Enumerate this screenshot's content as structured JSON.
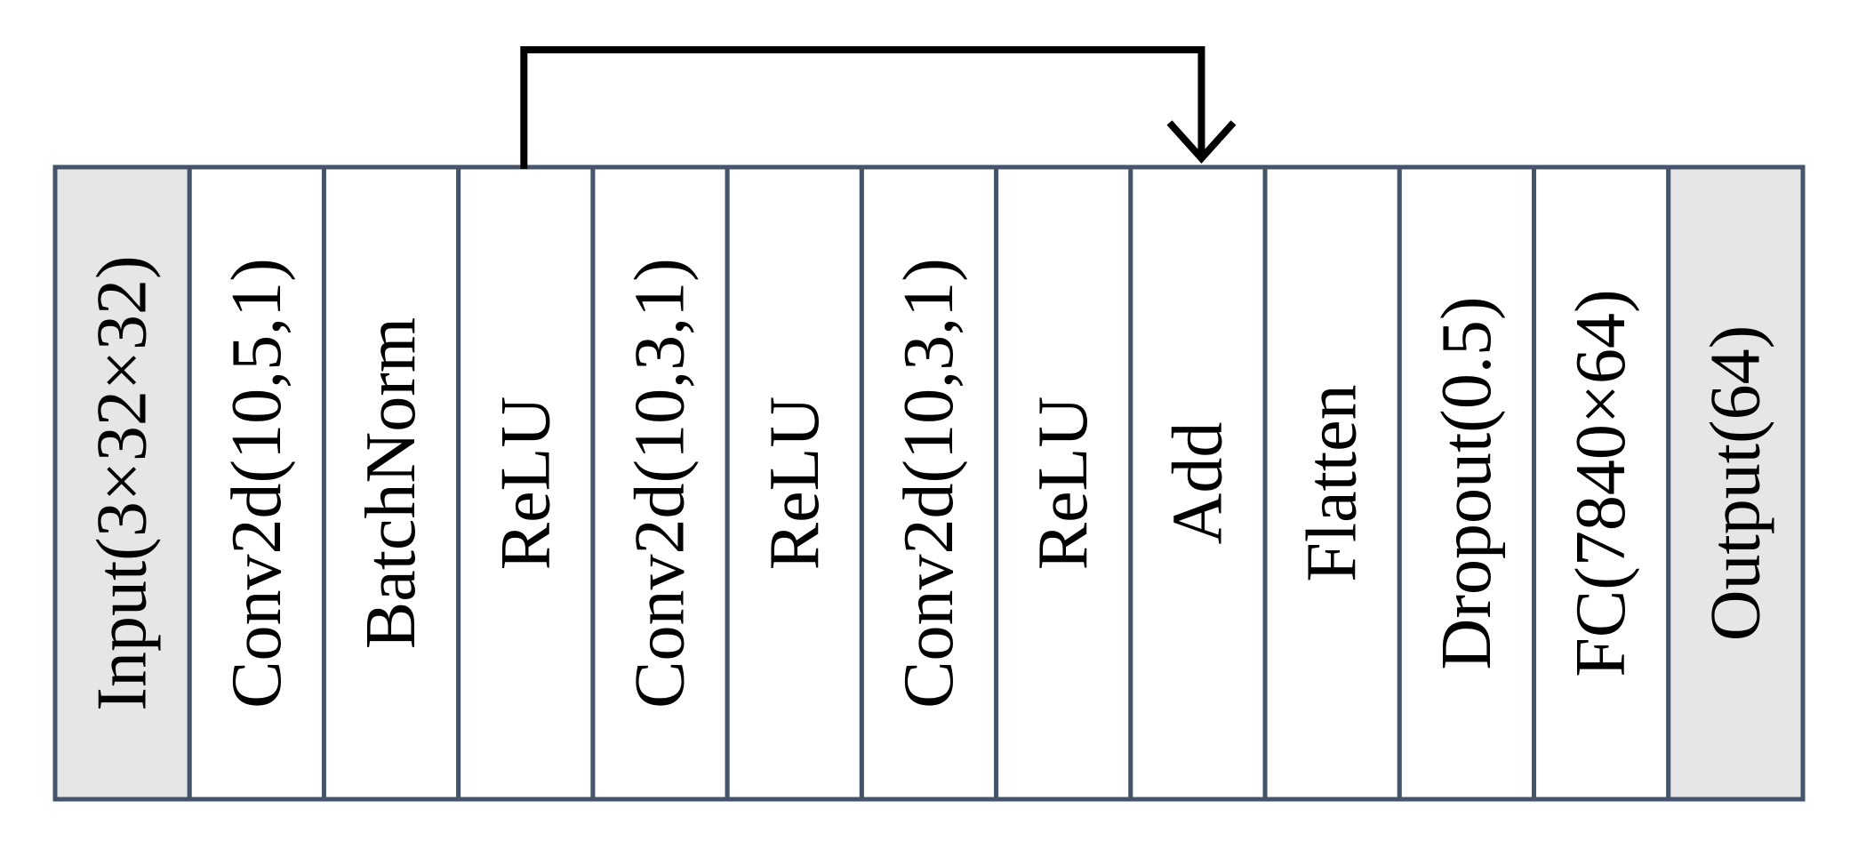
{
  "diagram": {
    "layers": [
      {
        "label": "Input(3×32×32)",
        "shaded": true
      },
      {
        "label": "Conv2d(10,5,1)",
        "shaded": false
      },
      {
        "label": "BatchNorm",
        "shaded": false
      },
      {
        "label": "ReLU",
        "shaded": false
      },
      {
        "label": "Conv2d(10,3,1)",
        "shaded": false
      },
      {
        "label": "ReLU",
        "shaded": false
      },
      {
        "label": "Conv2d(10,3,1)",
        "shaded": false
      },
      {
        "label": "ReLU",
        "shaded": false
      },
      {
        "label": "Add",
        "shaded": false
      },
      {
        "label": "Flatten",
        "shaded": false
      },
      {
        "label": "Dropout(0.5)",
        "shaded": false
      },
      {
        "label": "FC(7840×64)",
        "shaded": false
      },
      {
        "label": "Output(64)",
        "shaded": true
      }
    ],
    "skip_connection": {
      "from_index": 3,
      "to_index": 8
    },
    "colors": {
      "border": "#44546a",
      "shaded_fill": "#e6e6e6",
      "plain_fill": "#ffffff",
      "text": "#000000",
      "arrow": "#000000"
    }
  }
}
